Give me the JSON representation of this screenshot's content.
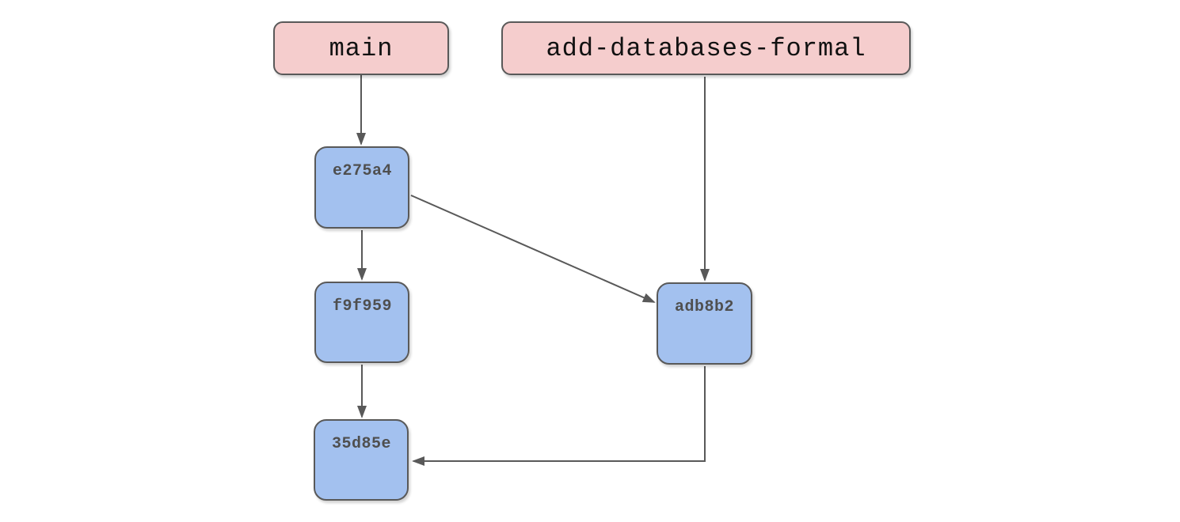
{
  "diagram": {
    "type": "git-commit-graph",
    "background": "#ffffff",
    "branches": [
      {
        "id": "main",
        "label": "main"
      },
      {
        "id": "add-databases-formal",
        "label": "add-databases-formal"
      }
    ],
    "commits": [
      {
        "id": "e275a4",
        "label": "e275a4"
      },
      {
        "id": "f9f959",
        "label": "f9f959"
      },
      {
        "id": "35d85e",
        "label": "35d85e"
      },
      {
        "id": "adb8b2",
        "label": "adb8b2"
      }
    ],
    "edges": [
      {
        "from": "main",
        "to": "e275a4"
      },
      {
        "from": "e275a4",
        "to": "f9f959"
      },
      {
        "from": "f9f959",
        "to": "35d85e"
      },
      {
        "from": "e275a4",
        "to": "adb8b2"
      },
      {
        "from": "add-databases-formal",
        "to": "adb8b2"
      },
      {
        "from": "adb8b2",
        "to": "35d85e"
      }
    ],
    "colors": {
      "branch_fill": "#f5cdcd",
      "commit_fill": "#a3c1ef",
      "border": "#595959",
      "edge": "#595959",
      "branch_text": "#111111",
      "commit_text": "#4f4f4f"
    }
  }
}
